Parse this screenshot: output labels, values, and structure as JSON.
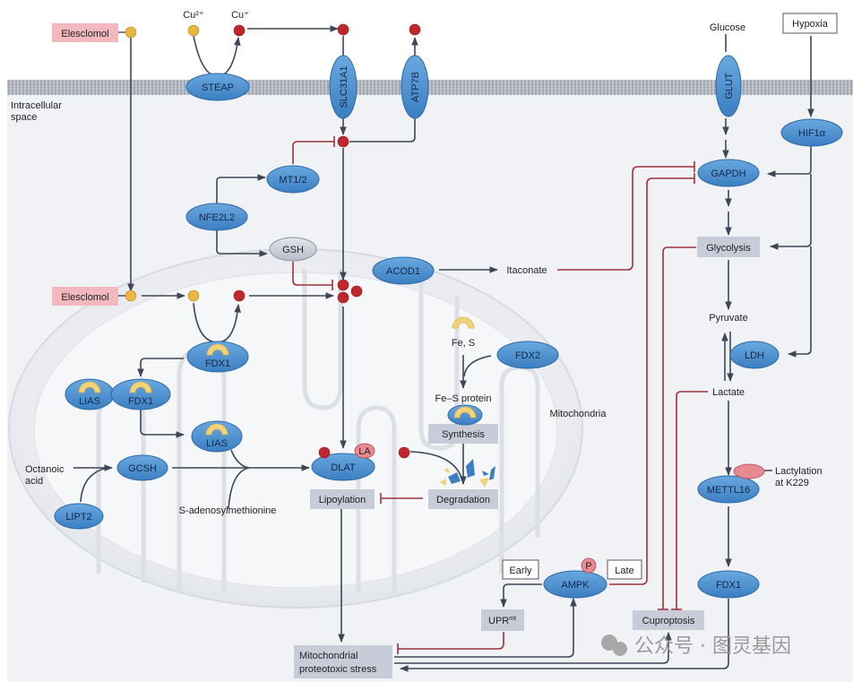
{
  "regions": {
    "intracellular": "Intracellular space",
    "mitochondria": "Mitochondria"
  },
  "drugs": {
    "elesclomol_outer": "Elesclomol",
    "elesclomol_inner": "Elesclomol"
  },
  "ions": {
    "cu2": "Cu²⁺",
    "cu1": "Cu⁺"
  },
  "proteins": {
    "steap": "STEAP",
    "slc31a1": "SLC31A1",
    "atp7b": "ATP7B",
    "glut": "GLUT",
    "hif1a": "HIF1α",
    "gapdh": "GAPDH",
    "mt12": "MT1/2",
    "nfe2l2": "NFE2L2",
    "gsh": "GSH",
    "acod1": "ACOD1",
    "fdx1_a": "FDX1",
    "fdx1_b": "FDX1",
    "lias_a": "LIAS",
    "lias_b": "LIAS",
    "gcsh": "GCSH",
    "lipt2": "LIPT2",
    "dlat": "DLAT",
    "la": "LA",
    "fdx2": "FDX2",
    "ldh": "LDH",
    "mettl16": "METTL16",
    "fdx1_c": "FDX1",
    "ampk": "AMPK",
    "p": "P"
  },
  "labels": {
    "glucose": "Glucose",
    "itaconate": "Itaconate",
    "fe_s": "Fe, S",
    "fe_s_protein": "Fe–S protein",
    "octanoic_1": "Octanoic",
    "octanoic_2": "acid",
    "sam": "S-adenosylmethionine",
    "pyruvate": "Pyruvate",
    "lactate": "Lactate",
    "lactylation_1": "Lactylation",
    "lactylation_2": "at K229"
  },
  "boxes": {
    "hypoxia": "Hypoxia",
    "glycolysis": "Glycolysis",
    "synthesis": "Synthesis",
    "degradation": "Degradation",
    "lipoylation": "Lipoylation",
    "early": "Early",
    "late": "Late",
    "upr": "UPR",
    "upr_sup": "mt",
    "cuproptosis": "Cuproptosis",
    "mps_1": "Mitochondrial",
    "mps_2": "proteotoxic stress"
  },
  "watermark": "公众号 · 图灵基因",
  "colors": {
    "protein_fill": "#4a8fcf",
    "protein_stroke": "#2d6aa8",
    "copper_red": "#c0262b",
    "copper_yellow": "#e9b640",
    "drug_box": "#f2b8be",
    "process_box": "#c7ccd8",
    "inhibit": "#a0303a",
    "arrow": "#3e4656",
    "membrane": "#b3b8c2"
  }
}
